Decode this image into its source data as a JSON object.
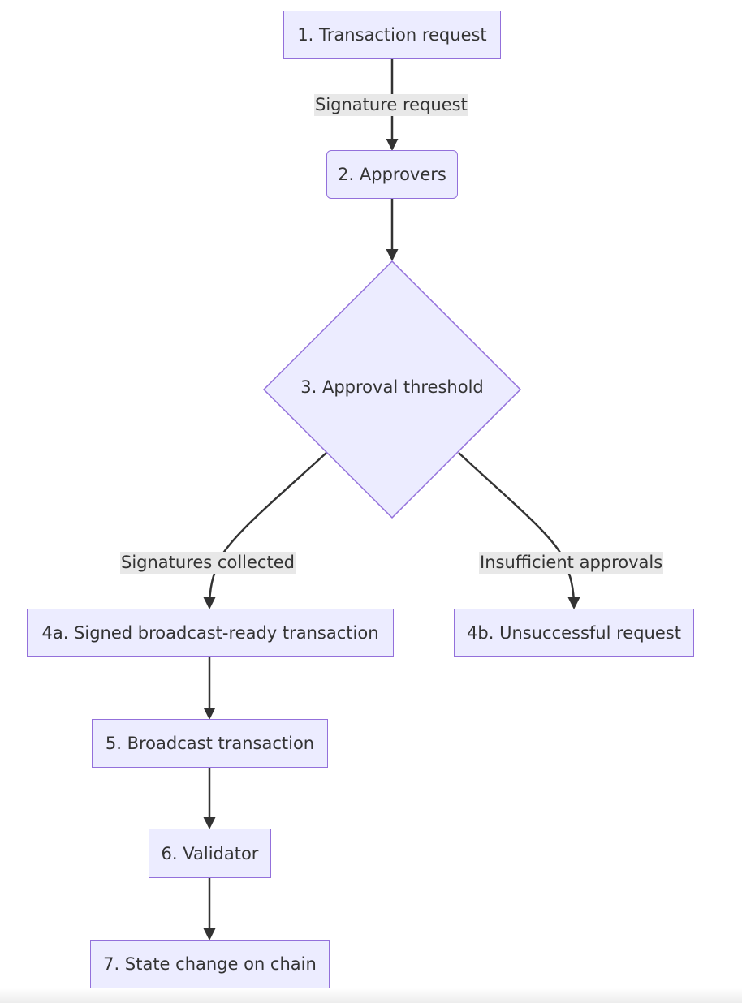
{
  "diagram": {
    "type": "flowchart",
    "nodes": {
      "n1": {
        "label": "1. Transaction request"
      },
      "n2": {
        "label": "2. Approvers"
      },
      "n3": {
        "label": "3. Approval threshold"
      },
      "n4a": {
        "label": "4a. Signed broadcast-ready transaction"
      },
      "n4b": {
        "label": "4b. Unsuccessful request"
      },
      "n5": {
        "label": "5. Broadcast transaction"
      },
      "n6": {
        "label": "6. Validator"
      },
      "n7": {
        "label": "7. State change on chain"
      }
    },
    "edge_labels": {
      "n1_n2": "Signature request",
      "n3_n4a": "Signatures collected",
      "n3_n4b": "Insufficient approvals"
    },
    "edges": [
      {
        "from": "n1",
        "to": "n2",
        "label_key": "n1_n2"
      },
      {
        "from": "n2",
        "to": "n3"
      },
      {
        "from": "n3",
        "to": "n4a",
        "label_key": "n3_n4a"
      },
      {
        "from": "n3",
        "to": "n4b",
        "label_key": "n3_n4b"
      },
      {
        "from": "n4a",
        "to": "n5"
      },
      {
        "from": "n5",
        "to": "n6"
      },
      {
        "from": "n6",
        "to": "n7"
      }
    ],
    "colors": {
      "node_fill": "#ececff",
      "node_border": "#9370db",
      "edge_stroke": "#333333",
      "edge_label_bg": "#e8e8e8",
      "text": "#333333"
    }
  }
}
